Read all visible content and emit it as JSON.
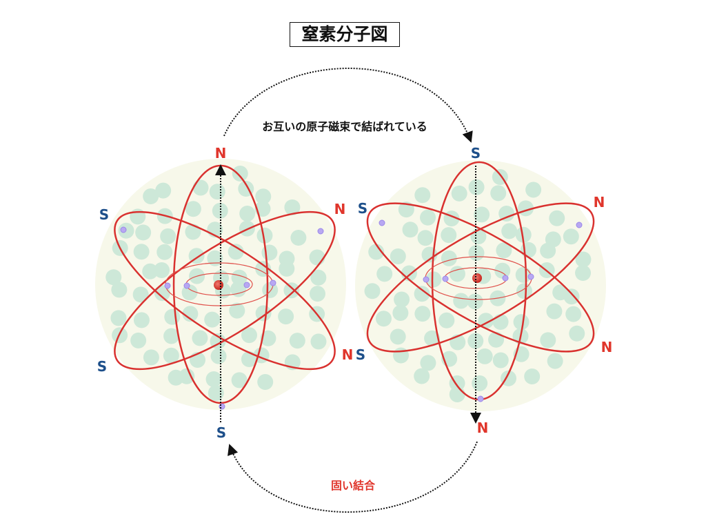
{
  "title": "窒素分子図",
  "captions": {
    "top": "お互いの原子磁束で結ばれている",
    "bottom": "固い結合"
  },
  "colors": {
    "north": "#e0362c",
    "south": "#1d4f8a",
    "orbit": "#d9312f",
    "atom_bg": "#f7f8ea",
    "particle": "#cde8d8",
    "electron": "#b8a8f2"
  },
  "atoms": [
    {
      "name": "left-atom",
      "poles": {
        "top": "N",
        "bottom": "S",
        "upper_left": "S",
        "upper_right": "N",
        "lower_left": "S",
        "lower_right": "N"
      }
    },
    {
      "name": "right-atom",
      "poles": {
        "top": "S",
        "bottom": "N",
        "upper_left": "S",
        "upper_right": "N",
        "lower_left": "S",
        "lower_right": "N"
      }
    }
  ]
}
